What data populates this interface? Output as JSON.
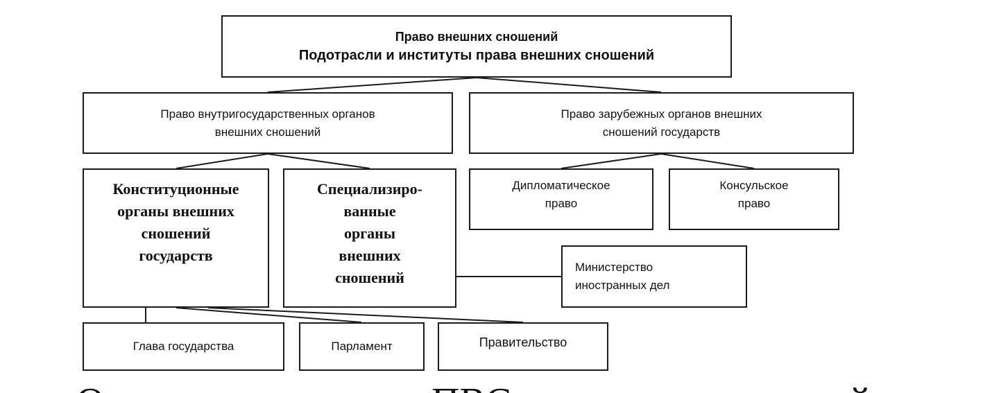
{
  "diagram": {
    "root": {
      "line1": "Право внешних сношений",
      "line2": "Подотрасли и институты права внешних сношений"
    },
    "internal": {
      "lines": [
        "Право внутригосударственных органов",
        "внешних сношений"
      ]
    },
    "foreign": {
      "lines": [
        "Право зарубежных органов внешних",
        "сношений государств"
      ]
    },
    "constitutional": {
      "lines": [
        "Конституционные",
        "органы внешних",
        "сношений",
        "государств"
      ]
    },
    "specialized": {
      "lines": [
        "Специализиро-",
        "ванные",
        "органы",
        "внешних",
        "сношений"
      ]
    },
    "diplomatic": {
      "lines": [
        "Дипломатическое",
        "право"
      ]
    },
    "consular": {
      "lines": [
        "Консульское",
        "право"
      ]
    },
    "ministry": {
      "lines": [
        "Министерство",
        "иностранных дел"
      ]
    },
    "head_of_state": "Глава государства",
    "parliament": "Парламент",
    "government": "Правительство"
  },
  "footer": {
    "fragments": [
      "О",
      "ПВС",
      "й"
    ]
  },
  "colors": {
    "line": "#1a1a1a",
    "background": "#ffffff",
    "text": "#111111"
  }
}
